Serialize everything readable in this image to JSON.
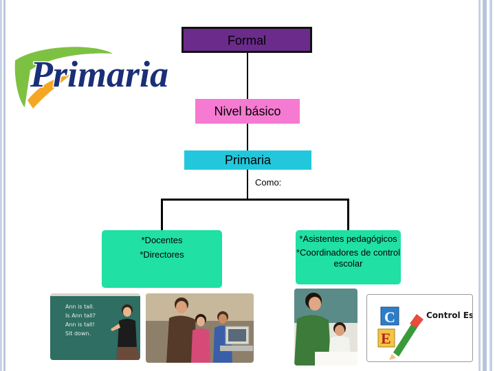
{
  "logo": {
    "text": "Primaria",
    "colors": {
      "leaf": "#7dc142",
      "text": "#1a2f78",
      "outline": "#ffffff"
    }
  },
  "nodes": {
    "formal": "Formal",
    "basico": "Nivel básico",
    "primaria": "Primaria",
    "connector_label": "Como:"
  },
  "cards": {
    "left": {
      "lines": [
        "*Docentes",
        "*Directores"
      ]
    },
    "right": {
      "lines": [
        "*Asistentes pedagógicos",
        "*Coordinadores de control escolar"
      ]
    }
  },
  "photos": {
    "chalkboard": {
      "lines": [
        "Ann is tall.",
        "Is Ann tall?",
        "Ann is tall!",
        "Sit down."
      ]
    },
    "control_escolar": {
      "text": "Control Escolar",
      "letters": [
        "C",
        "E"
      ]
    }
  },
  "colors": {
    "formal_box": "#6b2b8a",
    "basico_box": "#f57ad1",
    "primaria_box": "#22c7dc",
    "cards": "#20e0a4"
  }
}
